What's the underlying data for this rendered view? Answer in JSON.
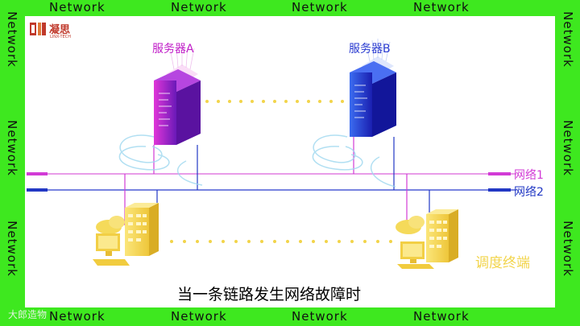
{
  "frame": {
    "word": "Network"
  },
  "logo": {
    "name": "凝思",
    "subtitle": "LINX-TECH"
  },
  "servers": [
    {
      "label": "服务器A",
      "color": "#c01ec8"
    },
    {
      "label": "服务器B",
      "color": "#2a3bd0"
    }
  ],
  "networks": [
    {
      "label": "网络1",
      "color": "#d23bd6"
    },
    {
      "label": "网络2",
      "color": "#2238c4"
    }
  ],
  "terminal": {
    "label": "调度终端",
    "color": "#f2d44a"
  },
  "subtitle": "当一条链路发生网络故障时",
  "watermark": "大郎造物"
}
